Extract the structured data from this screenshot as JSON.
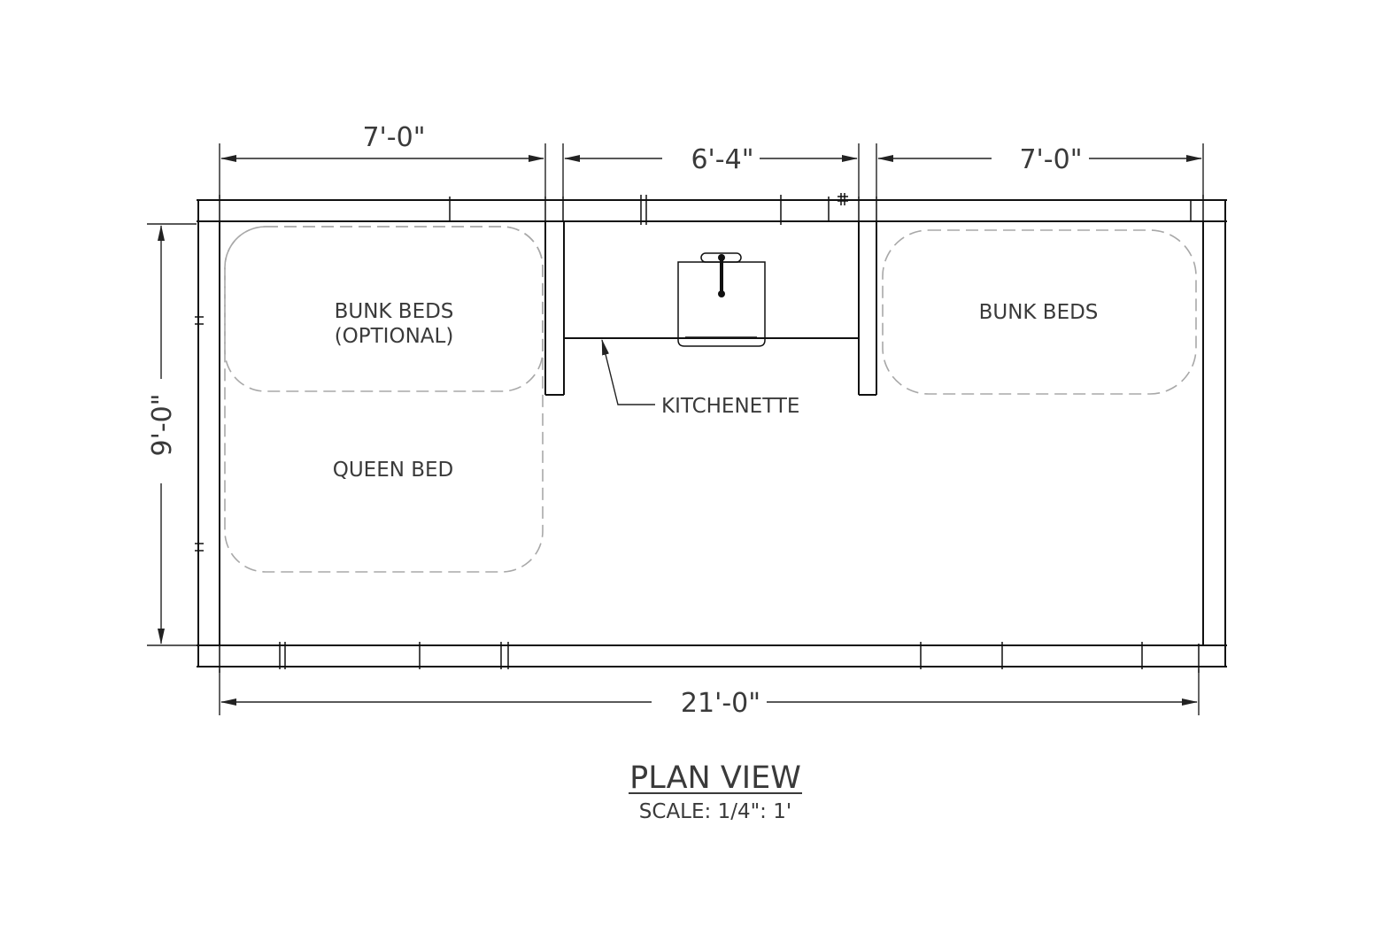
{
  "dimensions": {
    "left_width": "7'-0\"",
    "middle_width": "6'-4\"",
    "right_width": "7'-0\"",
    "height": "9'-0\"",
    "total_length": "21'-0\""
  },
  "rooms": {
    "bunk_beds_optional_line1": "BUNK BEDS",
    "bunk_beds_optional_line2": "(OPTIONAL)",
    "queen_bed": "QUEEN BED",
    "bunk_beds_right": "BUNK BEDS",
    "kitchenette": "KITCHENETTE"
  },
  "title": {
    "main": "PLAN VIEW",
    "scale": "SCALE: 1/4\": 1'"
  }
}
